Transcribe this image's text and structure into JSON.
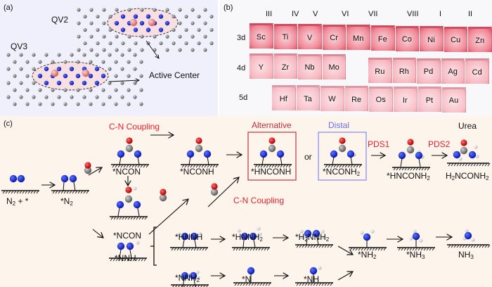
{
  "panel_a": {
    "label": "(a)",
    "structures": [
      {
        "name": "QV2"
      },
      {
        "name": "QV3"
      }
    ],
    "annotation": "Active Center"
  },
  "panel_b": {
    "label": "(b)",
    "groups": [
      "III",
      "IV",
      "V",
      "VI",
      "VII",
      "VIII",
      "I",
      "II"
    ],
    "rows": [
      {
        "period": "3d",
        "elements": [
          "Sc",
          "Ti",
          "V",
          "Cr",
          "Mn",
          "Fe",
          "Co",
          "Ni",
          "Cu",
          "Zn"
        ]
      },
      {
        "period": "4d",
        "elements_left": [
          "Y",
          "Zr",
          "Nb",
          "Mo"
        ],
        "elements_right": [
          "Ru",
          "Rh",
          "Pd",
          "Ag",
          "Cd"
        ]
      },
      {
        "period": "5d",
        "elements": [
          "Hf",
          "Ta",
          "W",
          "Re",
          "Os",
          "Ir",
          "Pt",
          "Au"
        ]
      }
    ],
    "colors": {
      "row_3d": "#e86878",
      "row_4d": "#f2a8b2",
      "row_5d": "#f3b6be"
    }
  },
  "panel_c": {
    "label": "(c)",
    "headers": {
      "cn_coupling_top": "C-N Coupling",
      "alternative": "Alternative",
      "distal": "Distal",
      "urea": "Urea",
      "cn_coupling_mid": "C-N Coupling",
      "or": "or",
      "pds1": "PDS1",
      "pds2": "PDS2"
    },
    "species": {
      "n2_free": {
        "main": "N",
        "sub": "2",
        "tail": " + *"
      },
      "n2_ads": {
        "pre": "*N",
        "sub": "2"
      },
      "ncon_top": "*NCON",
      "nconh": "*NCONH",
      "hnconh": "*HNCONH",
      "nconh2": {
        "pre": "*NCONH",
        "sub": "2"
      },
      "hnconh2": {
        "pre": "*HNCONH",
        "sub": "2"
      },
      "urea": {
        "a": "H",
        "asub": "2",
        "b": "NCONH",
        "bsub": "2"
      },
      "ncon_lower": "*NCON",
      "nnh": "*NNH",
      "hnnh": "*HNNH",
      "hnnh2": {
        "pre": "*HNNH",
        "sub": "2"
      },
      "h2nnh2": {
        "a": "*H",
        "asub": "2",
        "b": "NNH",
        "bsub": "2"
      },
      "nnh2": {
        "pre": "*NNH",
        "sub": "2"
      },
      "n": "*N",
      "nh": "*NH",
      "nh2": {
        "pre": "*NH",
        "sub": "2"
      },
      "nh3_ads": {
        "pre": "*NH",
        "sub": "3"
      },
      "nh3": {
        "pre": "NH",
        "sub": "3"
      }
    },
    "colors": {
      "nitrogen": "#1a2fd8",
      "carbon": "#808080",
      "oxygen": "#e01010",
      "hydrogen": "#f4f4f4",
      "metal": "#e88a8a",
      "alt_box": "#c84050",
      "distal_box": "#8c90f0",
      "highlight": "#e8202a"
    }
  }
}
